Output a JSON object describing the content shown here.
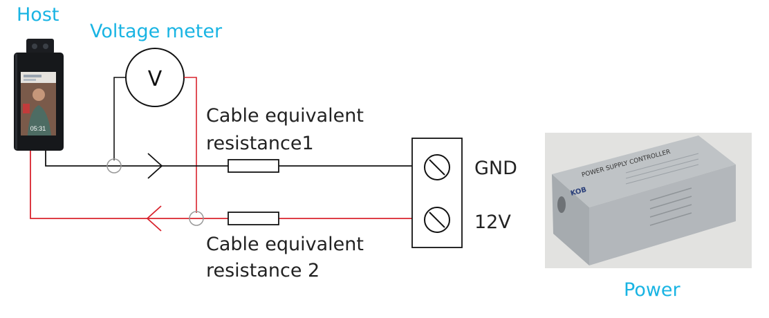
{
  "labels": {
    "host": "Host",
    "voltage_meter": "Voltage meter",
    "meter_symbol": "V",
    "cable_res_1_line1": "Cable equivalent",
    "cable_res_1_line2": "resistance1",
    "cable_res_2_line1": "Cable equivalent",
    "cable_res_2_line2": "resistance 2",
    "gnd": "GND",
    "v12": "12V",
    "power": "Power",
    "device_time": "05:31",
    "psu_title": "POWER SUPPLY CONTROLLER",
    "psu_brand": "KOB"
  },
  "colors": {
    "label_accent": "#19b4e3",
    "wire_gnd": "#111111",
    "wire_positive": "#d9232d",
    "text": "#222222"
  },
  "icons": {
    "host_device": "face-recognition-terminal-image",
    "power_unit": "power-supply-controller-image",
    "meter": "voltmeter-circle-symbol"
  }
}
